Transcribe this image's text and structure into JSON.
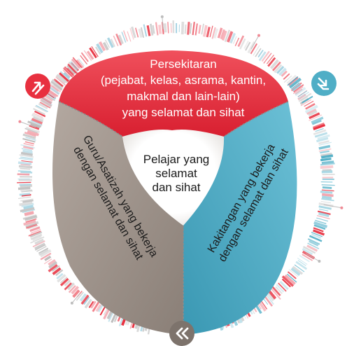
{
  "top_segment": {
    "lines": [
      "Persekitaran",
      "(pejabat, kelas, asrama, kantin,",
      "makmal dan lain-lain)",
      "yang selamat dan sihat"
    ],
    "color": "#e8303f"
  },
  "left_segment": {
    "lines": [
      "Guru/Asatizah yang bekerja",
      "dengan selamat dan sihat"
    ],
    "color": "#a59a91"
  },
  "right_segment": {
    "lines": [
      "Kakitangan yang bekerja",
      "dengan selamat dan sihat"
    ],
    "color": "#4faec6"
  },
  "center": {
    "lines": [
      "Pelajar yang",
      "selamat",
      "dan sihat"
    ]
  },
  "icons": {
    "top_left": "arrow-up-icon",
    "top_right": "arrow-down-right-icon",
    "bottom": "double-chevron-left-icon"
  },
  "colors": {
    "red": "#e8303f",
    "blue": "#4faec6",
    "taupe": "#7d736c",
    "center_fill": "#ffffff"
  }
}
